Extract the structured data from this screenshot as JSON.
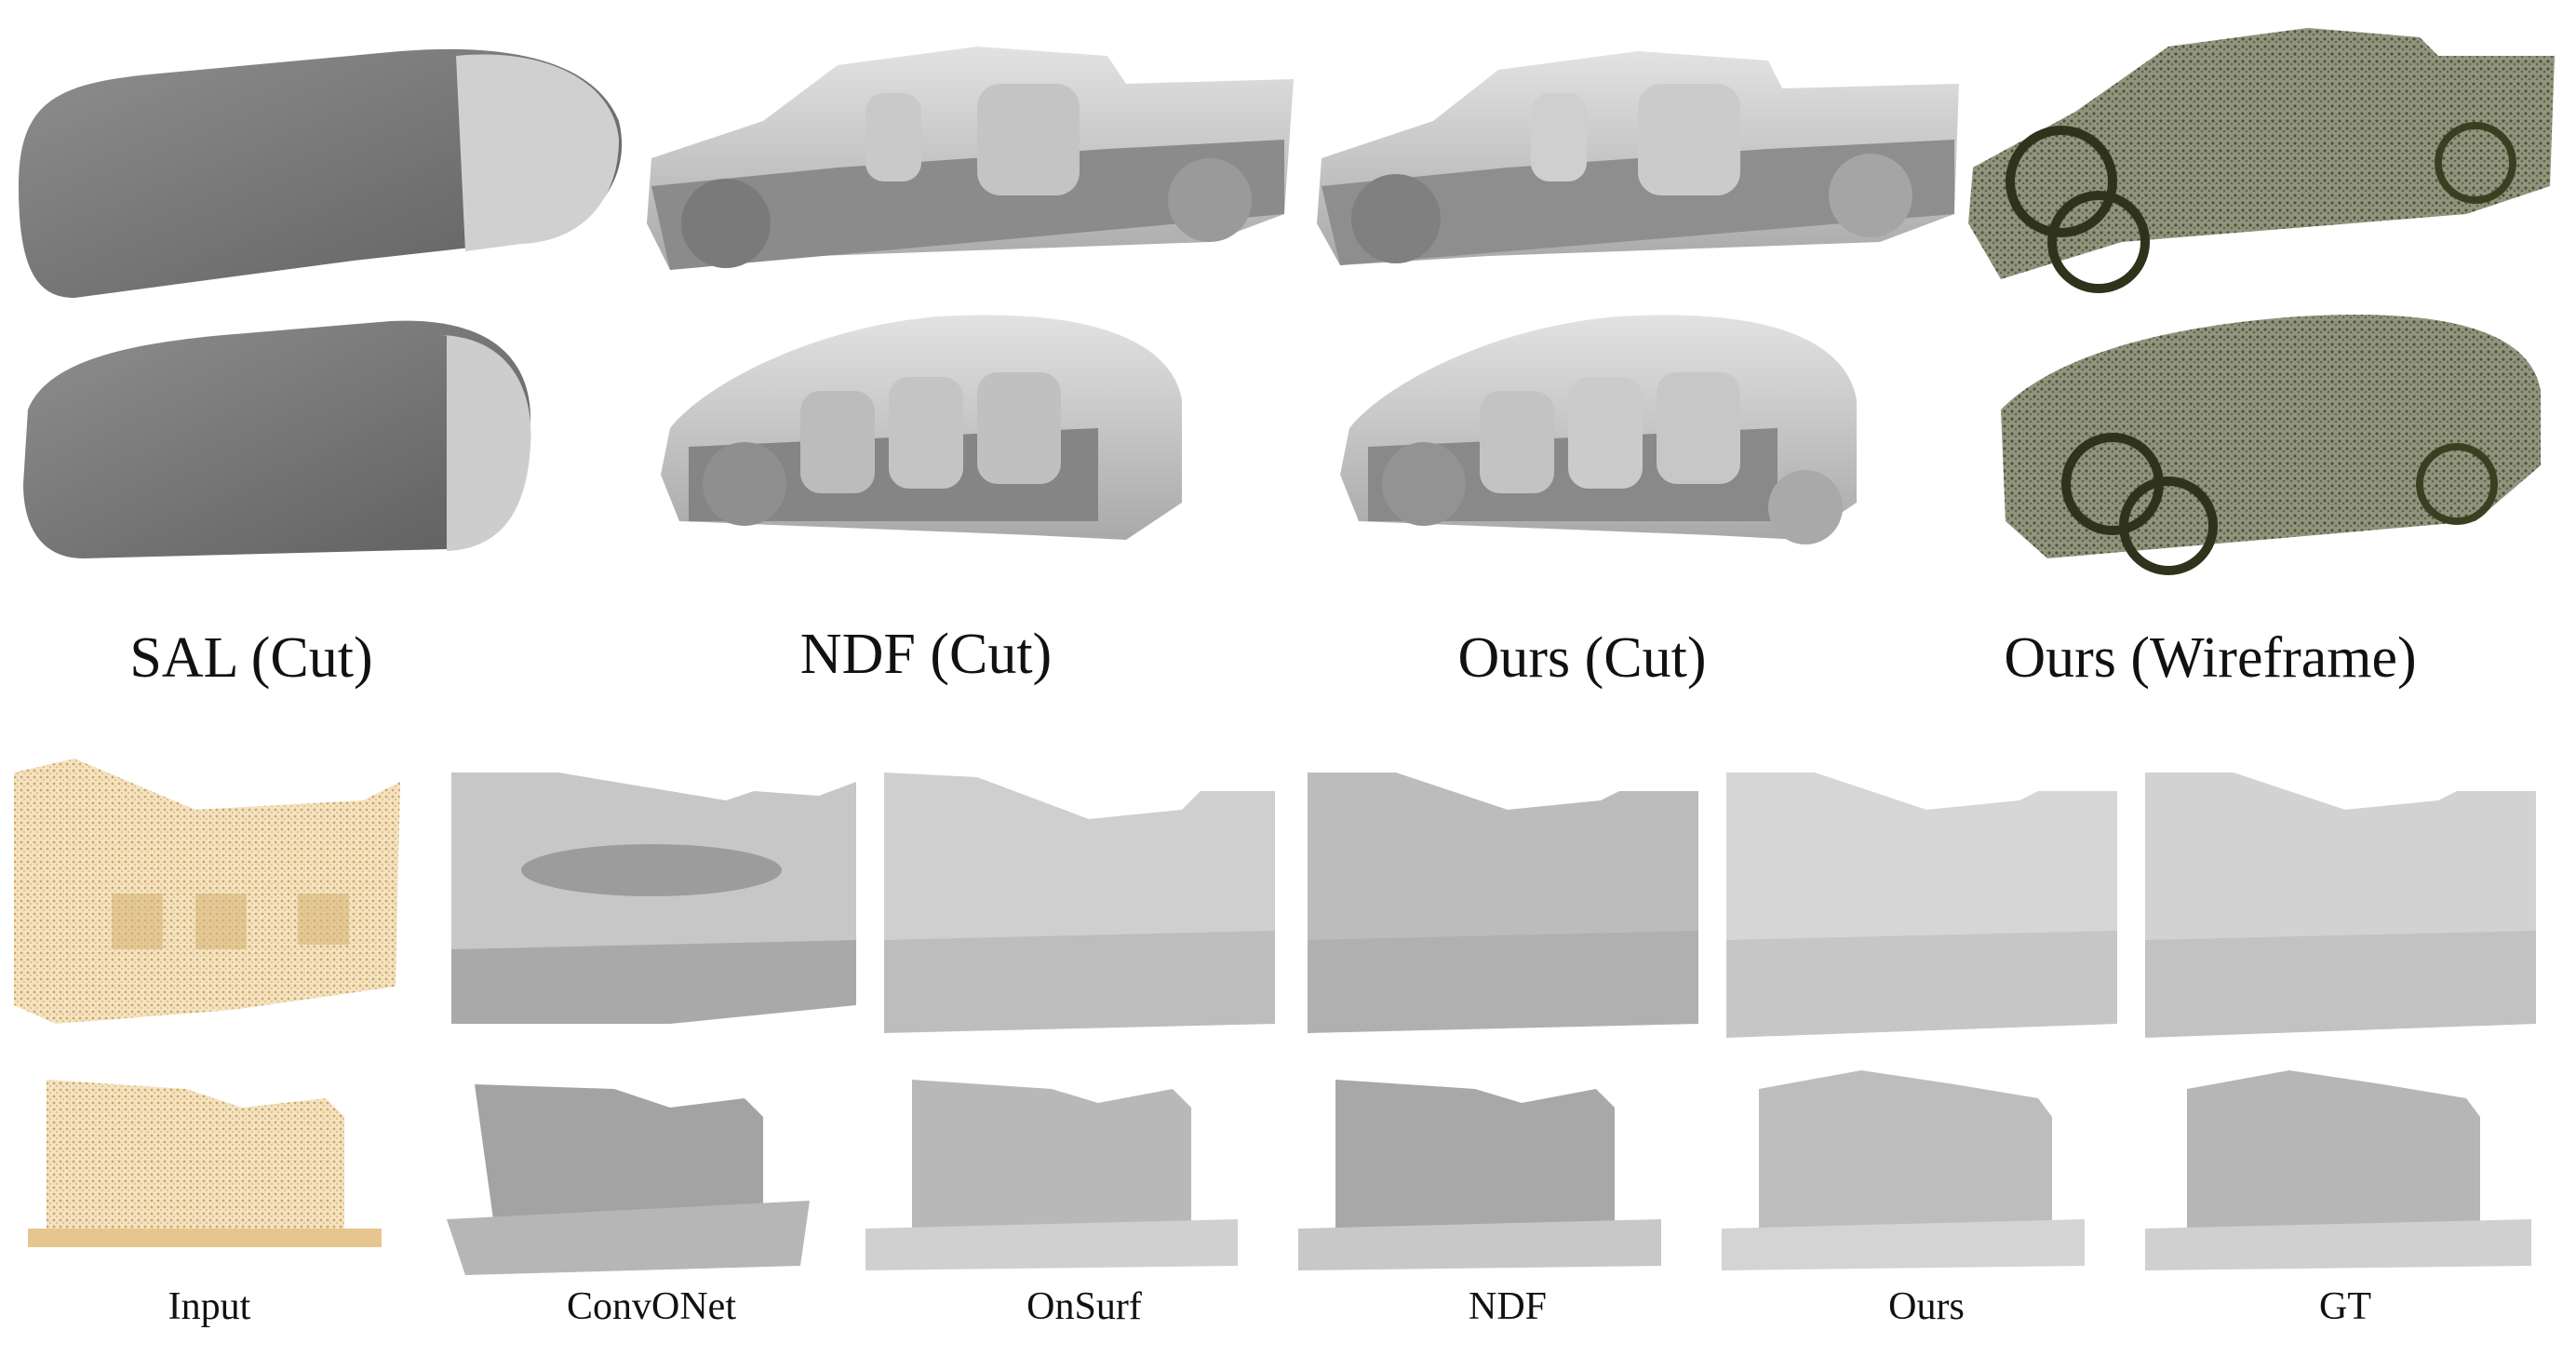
{
  "top_row": {
    "labels": [
      "SAL (Cut)",
      "NDF (Cut)",
      "Ours (Cut)",
      "Ours (Wireframe)"
    ]
  },
  "bottom_row": {
    "labels": [
      "Input",
      "ConvONet",
      "OnSurf",
      "NDF",
      "Ours",
      "GT"
    ]
  },
  "colors": {
    "mesh_gray": "#9b9b9b",
    "mesh_dark": "#6e6e6e",
    "mesh_light": "#d4d4d4",
    "wireframe": "#3a3f22",
    "points": "#d9b57a"
  }
}
